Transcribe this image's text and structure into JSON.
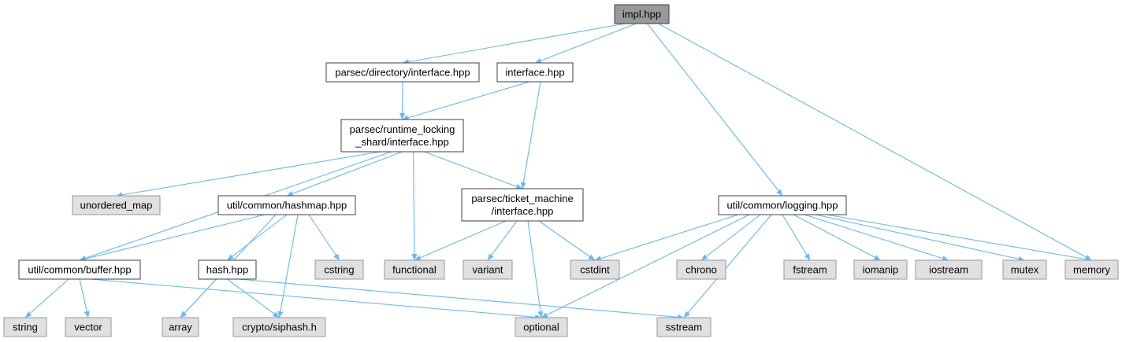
{
  "colors": {
    "edge": "#63b8ff",
    "root_fill": "#999999",
    "file_fill": "#ffffff",
    "system_fill": "#e0e0e0",
    "system_border": "#999999",
    "border": "#404040"
  },
  "nodes": [
    {
      "id": "impl",
      "label": "impl.hpp",
      "kind": "root"
    },
    {
      "id": "dir_interface",
      "label": "parsec/directory/interface.hpp",
      "kind": "file"
    },
    {
      "id": "interface",
      "label": "interface.hpp",
      "kind": "file"
    },
    {
      "id": "rls_interface",
      "label": [
        "parsec/runtime_locking",
        "_shard/interface.hpp"
      ],
      "kind": "file"
    },
    {
      "id": "unordered_map",
      "label": "unordered_map",
      "kind": "system"
    },
    {
      "id": "hashmap",
      "label": "util/common/hashmap.hpp",
      "kind": "file"
    },
    {
      "id": "ticket",
      "label": [
        "parsec/ticket_machine",
        "/interface.hpp"
      ],
      "kind": "file"
    },
    {
      "id": "logging",
      "label": "util/common/logging.hpp",
      "kind": "file"
    },
    {
      "id": "buffer",
      "label": "util/common/buffer.hpp",
      "kind": "file"
    },
    {
      "id": "hash",
      "label": "hash.hpp",
      "kind": "file"
    },
    {
      "id": "cstring",
      "label": "cstring",
      "kind": "system"
    },
    {
      "id": "functional",
      "label": "functional",
      "kind": "system"
    },
    {
      "id": "variant",
      "label": "variant",
      "kind": "system"
    },
    {
      "id": "cstdint",
      "label": "cstdint",
      "kind": "system"
    },
    {
      "id": "chrono",
      "label": "chrono",
      "kind": "system"
    },
    {
      "id": "fstream",
      "label": "fstream",
      "kind": "system"
    },
    {
      "id": "iomanip",
      "label": "iomanip",
      "kind": "system"
    },
    {
      "id": "iostream",
      "label": "iostream",
      "kind": "system"
    },
    {
      "id": "mutex",
      "label": "mutex",
      "kind": "system"
    },
    {
      "id": "memory",
      "label": "memory",
      "kind": "system"
    },
    {
      "id": "string",
      "label": "string",
      "kind": "system"
    },
    {
      "id": "vector",
      "label": "vector",
      "kind": "system"
    },
    {
      "id": "array",
      "label": "array",
      "kind": "system"
    },
    {
      "id": "siphash",
      "label": "crypto/siphash.h",
      "kind": "system"
    },
    {
      "id": "optional",
      "label": "optional",
      "kind": "system"
    },
    {
      "id": "sstream",
      "label": "sstream",
      "kind": "system"
    }
  ],
  "edges": [
    [
      "impl",
      "dir_interface"
    ],
    [
      "impl",
      "interface"
    ],
    [
      "impl",
      "logging"
    ],
    [
      "impl",
      "memory"
    ],
    [
      "dir_interface",
      "rls_interface"
    ],
    [
      "interface",
      "rls_interface"
    ],
    [
      "interface",
      "ticket"
    ],
    [
      "rls_interface",
      "unordered_map"
    ],
    [
      "rls_interface",
      "buffer"
    ],
    [
      "rls_interface",
      "hashmap"
    ],
    [
      "rls_interface",
      "functional"
    ],
    [
      "rls_interface",
      "ticket"
    ],
    [
      "hashmap",
      "buffer"
    ],
    [
      "hashmap",
      "array"
    ],
    [
      "hashmap",
      "hash"
    ],
    [
      "hashmap",
      "siphash"
    ],
    [
      "hashmap",
      "cstring"
    ],
    [
      "ticket",
      "functional"
    ],
    [
      "ticket",
      "variant"
    ],
    [
      "ticket",
      "optional"
    ],
    [
      "ticket",
      "cstdint"
    ],
    [
      "buffer",
      "string"
    ],
    [
      "buffer",
      "vector"
    ],
    [
      "buffer",
      "optional"
    ],
    [
      "hash",
      "array"
    ],
    [
      "hash",
      "siphash"
    ],
    [
      "hash",
      "sstream"
    ],
    [
      "logging",
      "cstdint"
    ],
    [
      "logging",
      "optional"
    ],
    [
      "logging",
      "chrono"
    ],
    [
      "logging",
      "sstream"
    ],
    [
      "logging",
      "fstream"
    ],
    [
      "logging",
      "iomanip"
    ],
    [
      "logging",
      "iostream"
    ],
    [
      "logging",
      "mutex"
    ],
    [
      "logging",
      "memory"
    ]
  ]
}
